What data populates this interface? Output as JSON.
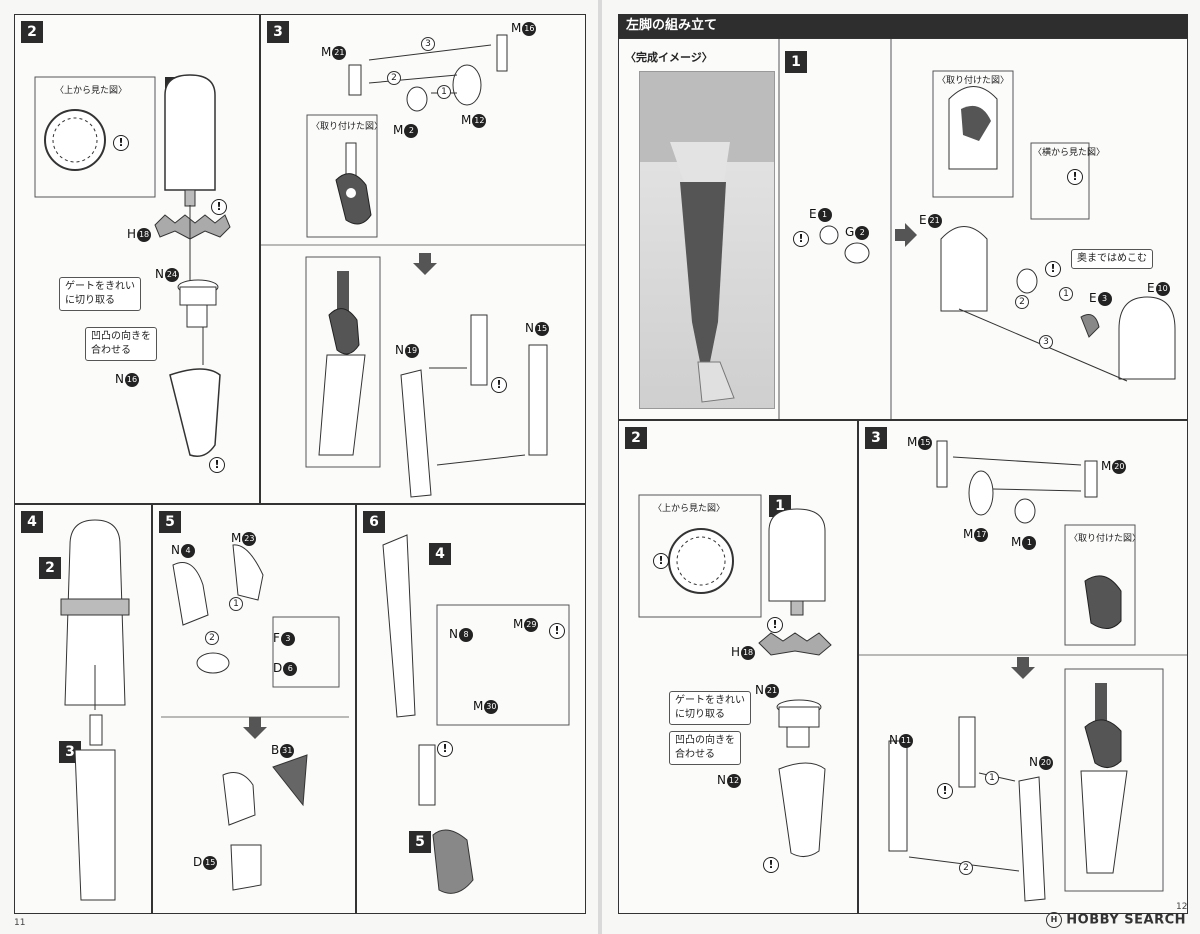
{
  "left_page": {
    "page_number": "11",
    "step2": {
      "step": "2",
      "sub": "1",
      "top_view_label": "〈上から見た図〉",
      "part_h18": {
        "letter": "H",
        "num": "18"
      },
      "part_n24": {
        "letter": "N",
        "num": "24"
      },
      "part_n16": {
        "letter": "N",
        "num": "16"
      },
      "callout_gate": "ゲートをきれい\nに切り取る",
      "callout_align": "凹凸の向きを\n合わせる"
    },
    "step3": {
      "step": "3",
      "attached_label": "〈取り付けた図〉",
      "part_m21": {
        "letter": "M",
        "num": "21"
      },
      "part_m16": {
        "letter": "M",
        "num": "16"
      },
      "part_m2": {
        "letter": "M",
        "num": "2"
      },
      "part_m12": {
        "letter": "M",
        "num": "12"
      },
      "part_n19": {
        "letter": "N",
        "num": "19"
      },
      "part_n15": {
        "letter": "N",
        "num": "15"
      },
      "seq": [
        "1",
        "2",
        "3"
      ]
    },
    "step4": {
      "step": "4",
      "sub_a": "2",
      "sub_b": "3"
    },
    "step5": {
      "step": "5",
      "part_n4": {
        "letter": "N",
        "num": "4"
      },
      "part_m23": {
        "letter": "M",
        "num": "23"
      },
      "part_f3": {
        "letter": "F",
        "num": "3"
      },
      "part_d6": {
        "letter": "D",
        "num": "6"
      },
      "part_b31": {
        "letter": "B",
        "num": "31"
      },
      "part_d15": {
        "letter": "D",
        "num": "15"
      }
    },
    "step6": {
      "step": "6",
      "sub_a": "4",
      "sub_b": "5",
      "part_n8": {
        "letter": "N",
        "num": "8"
      },
      "part_m29": {
        "letter": "M",
        "num": "29"
      },
      "part_m30": {
        "letter": "M",
        "num": "30"
      }
    }
  },
  "right_page": {
    "page_number": "12",
    "header": "左脚の組み立て",
    "finished_label": "〈完成イメージ〉",
    "step1": {
      "step": "1",
      "attached_label": "〈取り付けた図〉",
      "side_view_label": "〈横から見た図〉",
      "callout_press": "奥まではめこむ",
      "part_e1": {
        "letter": "E",
        "num": "1"
      },
      "part_g2": {
        "letter": "G",
        "num": "2"
      },
      "part_e21": {
        "letter": "E",
        "num": "21"
      },
      "part_e3": {
        "letter": "E",
        "num": "3"
      },
      "part_e10": {
        "letter": "E",
        "num": "10"
      }
    },
    "step2": {
      "step": "2",
      "sub": "1",
      "top_view_label": "〈上から見た図〉",
      "part_h18": {
        "letter": "H",
        "num": "18"
      },
      "part_n21": {
        "letter": "N",
        "num": "21"
      },
      "part_n12": {
        "letter": "N",
        "num": "12"
      },
      "callout_gate": "ゲートをきれい\nに切り取る",
      "callout_align": "凹凸の向きを\n合わせる"
    },
    "step3": {
      "step": "3",
      "attached_label": "〈取り付けた図〉",
      "part_m15": {
        "letter": "M",
        "num": "15"
      },
      "part_m20": {
        "letter": "M",
        "num": "20"
      },
      "part_m17": {
        "letter": "M",
        "num": "17"
      },
      "part_m1": {
        "letter": "M",
        "num": "1"
      },
      "part_n11": {
        "letter": "N",
        "num": "11"
      },
      "part_n20": {
        "letter": "N",
        "num": "20"
      }
    },
    "logo": "HOBBY SEARCH"
  }
}
